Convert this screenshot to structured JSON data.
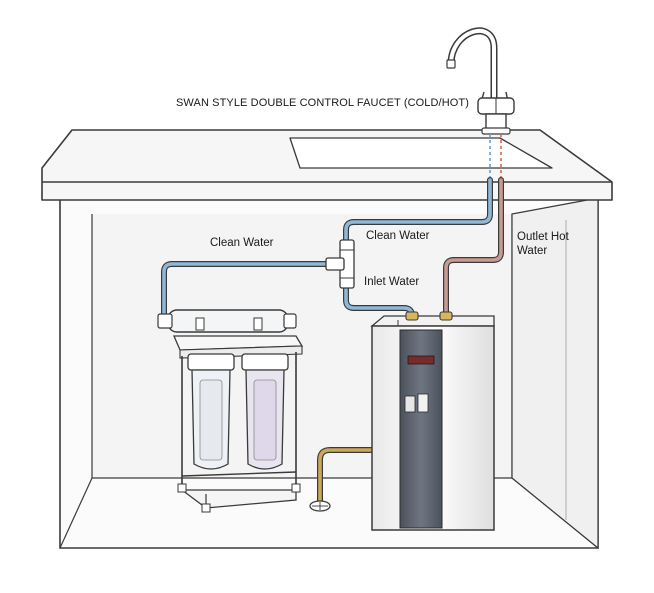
{
  "labels": {
    "faucet": "SWAN STYLE DOUBLE CONTROL FAUCET (COLD/HOT)",
    "clean_water_left": "Clean Water",
    "clean_water_right": "Clean Water",
    "inlet_water": "Inlet Water",
    "outlet_hot_water_line1": "Outlet Hot",
    "outlet_hot_water_line2": "Water"
  },
  "colors": {
    "line": "#3a3a3a",
    "clean_pipe": "#8fb8d8",
    "hot_pipe": "#c99a92",
    "inlet_pipe": "#c9a85a",
    "cabinet_fill": "#f7f7f7",
    "heater_panel": "#5e6470",
    "display": "#7a2a2a",
    "filter_housing": "#eef2f6",
    "filter_cartridge": "#e4e0ee"
  },
  "icons": [
    "faucet-icon",
    "ro-filter-icon",
    "water-heater-icon",
    "floor-drain-icon"
  ]
}
